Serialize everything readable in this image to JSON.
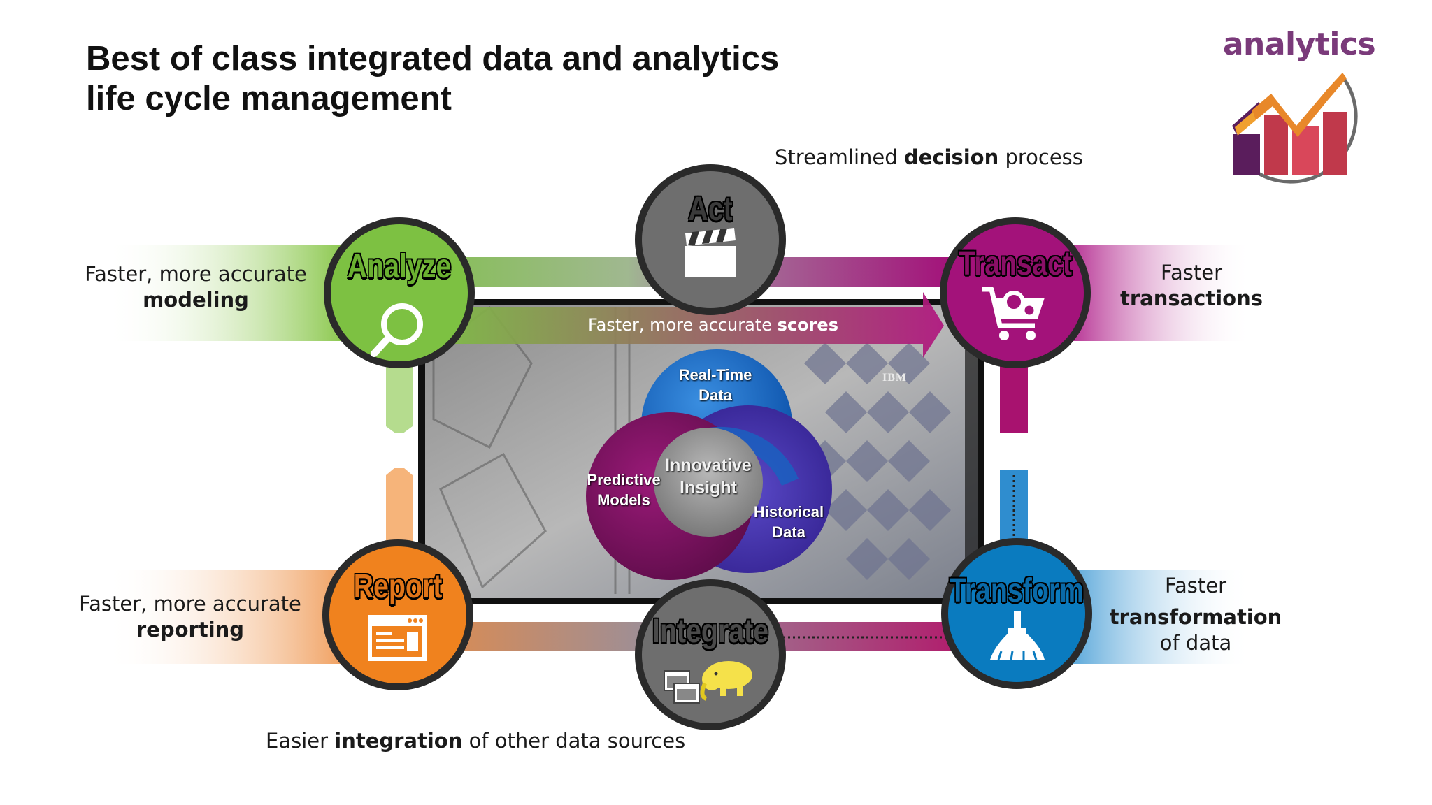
{
  "title": {
    "line1": "Best of class integrated data and analytics",
    "line2": "life cycle management"
  },
  "logo": {
    "word": "analytics",
    "icon": "analytics-chart-logo"
  },
  "nodes": {
    "act": {
      "label": "Act",
      "color": "#6e6e6e",
      "icon": "clapperboard-icon"
    },
    "analyze": {
      "label": "Analyze",
      "color": "#7dc142",
      "icon": "magnifier-icon"
    },
    "transact": {
      "label": "Transact",
      "color": "#a3127a",
      "icon": "shopping-cart-gear-icon"
    },
    "report": {
      "label": "Report",
      "color": "#f0821e",
      "icon": "report-window-icon"
    },
    "integrate": {
      "label": "Integrate",
      "color": "#6e6e6e",
      "icon": "hadoop-elephant-icon"
    },
    "transform": {
      "label": "Transform",
      "color": "#0a7bbf",
      "icon": "broom-icon"
    }
  },
  "captions": {
    "decision": {
      "pre": "Streamlined ",
      "bold": "decision",
      "post": " process"
    },
    "modeling": {
      "line1": "Faster, more accurate",
      "bold": "modeling"
    },
    "transactions": {
      "line1": "Faster",
      "bold": "transactions"
    },
    "reporting": {
      "line1": "Faster, more accurate",
      "bold": "reporting"
    },
    "transformation": {
      "line1": "Faster",
      "bold": "transformation",
      "line3": "of data"
    },
    "integration": {
      "pre": "Easier ",
      "bold": "integration",
      "post": " of other data sources"
    },
    "scores": {
      "pre": "Faster, more accurate ",
      "bold": "scores"
    }
  },
  "venn": {
    "realtime": {
      "line1": "Real-Time",
      "line2": "Data"
    },
    "predictive": {
      "line1": "Predictive",
      "line2": "Models"
    },
    "historical": {
      "line1": "Historical",
      "line2": "Data"
    },
    "center": {
      "line1": "Innovative",
      "line2": "Insight"
    }
  },
  "server_badge": "IBM"
}
